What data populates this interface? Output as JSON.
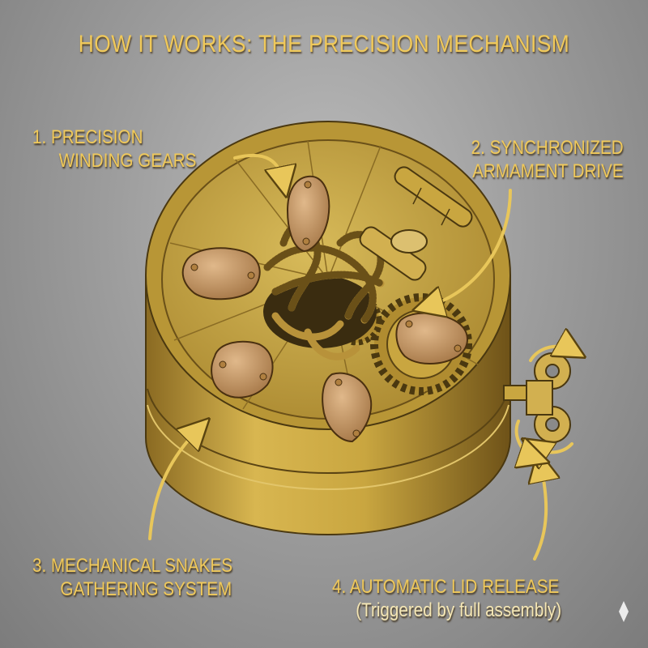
{
  "title": "HOW IT WORKS: THE PRECISION MECHANISM",
  "labels": {
    "gears": {
      "line1": "1. PRECISION",
      "line2": "WINDING GEARS"
    },
    "drive": {
      "line1": "2. SYNCHRONIZED",
      "line2": "ARMAMENT DRIVE"
    },
    "snakes": {
      "line1": "3. MECHANICAL SNAKES",
      "line2": "GATHERING SYSTEM"
    },
    "release": {
      "line1": "4. AUTOMATIC LID RELEASE",
      "line2": "(Triggered by full assembly)"
    }
  },
  "colors": {
    "brass": "#c9a640",
    "brass_dark": "#7a5e1c",
    "label_gold": "#f0c95a",
    "copper": "#c99a6a"
  }
}
